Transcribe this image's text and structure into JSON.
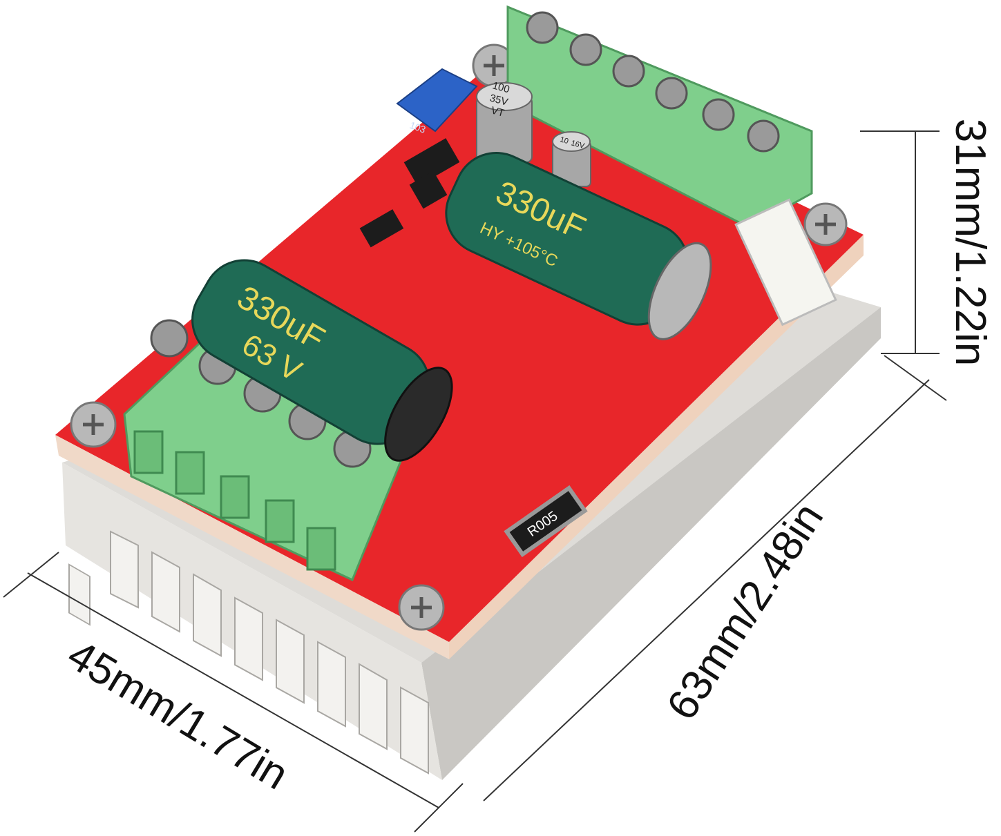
{
  "dimensions": {
    "width_label": "45mm/1.77in",
    "length_label": "63mm/2.48in",
    "height_label": "31mm/1.22in"
  },
  "components": {
    "big_cap_front": {
      "capacitance": "330uF",
      "voltage": "63 V"
    },
    "big_cap_back": {
      "capacitance": "330uF",
      "rating": "HY +105°C"
    },
    "small_cap_1": {
      "value": "100",
      "voltage": "35V",
      "series": "VT"
    },
    "small_cap_2": {
      "value": "10",
      "voltage": "16V"
    },
    "shunt_resistor": "R005",
    "potentiometer": "103"
  },
  "colors": {
    "pcb": "#e8262a",
    "terminal": "#7fcf8c",
    "capacitor": "#1f6b55",
    "heatsink": "#d9d7d3",
    "dimension_line": "#333333"
  },
  "icons": {
    "screw": "phillips-screw-icon"
  }
}
